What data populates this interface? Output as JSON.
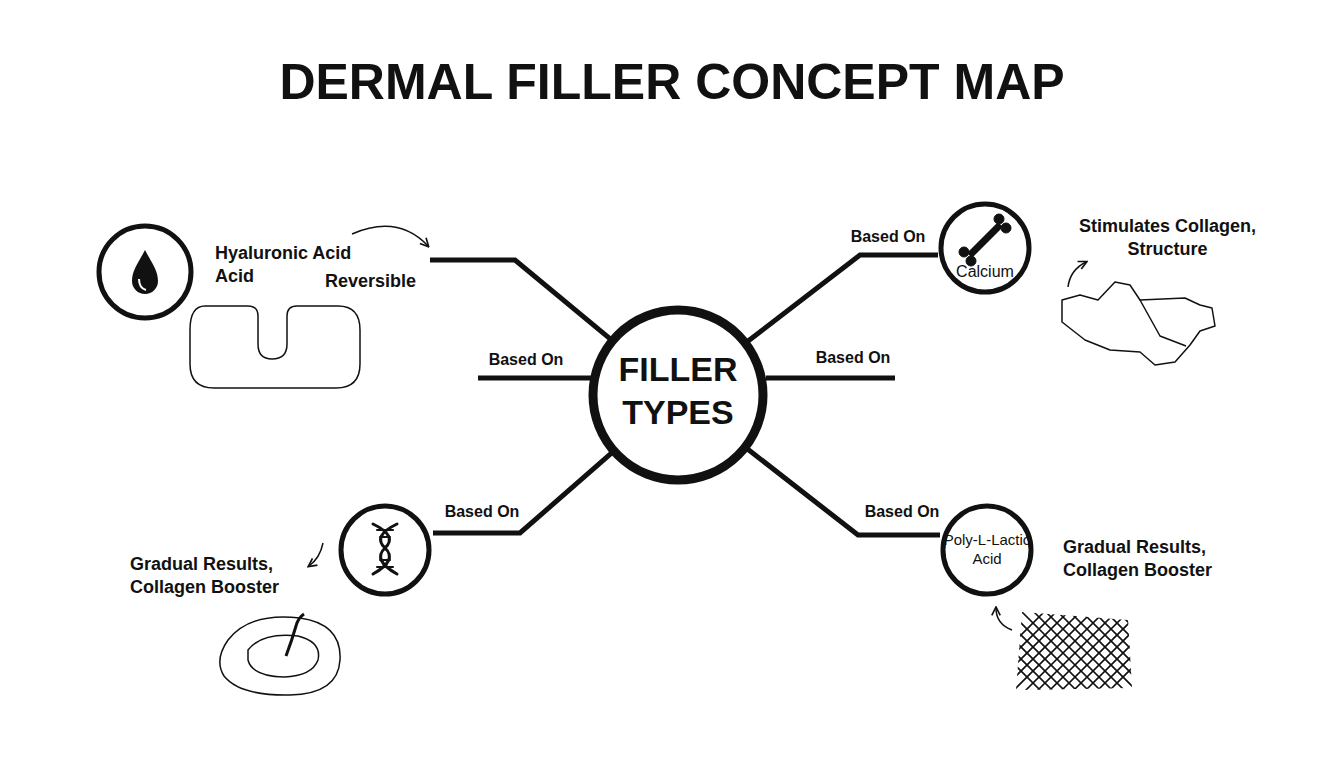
{
  "diagram": {
    "title": "DERMAL FILLER CONCEPT MAP",
    "nodes": [
      {
        "text": [
          "Hyaluronic Acid Acid",
          "Reversible"
        ]
      },
      {
        "text": [
          "Calcium",
          "Stimulates Collagen, Structure"
        ]
      },
      {
        "text": [
          "FILLER TYPES"
        ]
      },
      {
        "text": [
          "Gradual Results, Collagen Booster"
        ]
      },
      {
        "text": [
          "Poly-L-Lactic Acid",
          "Gradual Results, Collagen Booster"
        ]
      }
    ],
    "edges": [
      {
        "from": 2,
        "to": 0,
        "arrow": "none"
      },
      {
        "from": 2,
        "to": 1,
        "label": "Based On",
        "arrow": "none"
      },
      {
        "from": 2,
        "to": 3,
        "label": "Based On",
        "arrow": "none"
      },
      {
        "from": 2,
        "to": 4,
        "label": "Based On",
        "arrow": "none"
      }
    ],
    "labels": [
      "Based On",
      "Based On"
    ]
  }
}
